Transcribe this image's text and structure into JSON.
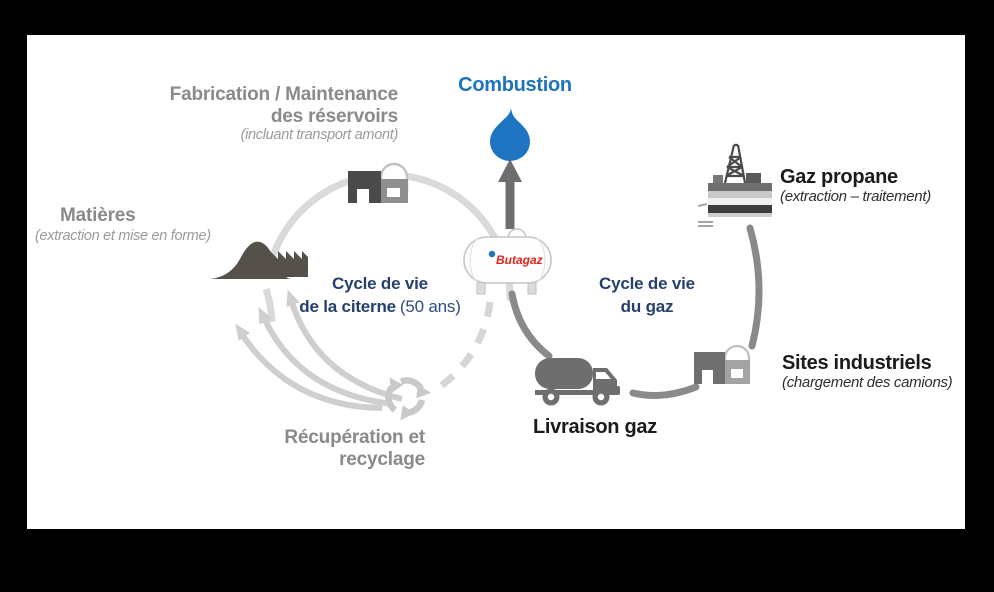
{
  "colors": {
    "background": "#000000",
    "panel": "#ffffff",
    "accent_blue": "#1e74c0",
    "navy": "#26406e",
    "gray_text": "#8a8a8a",
    "dark_text": "#1b1b1b",
    "brand_red": "#e0251b",
    "arc_light": "#d9d9d9",
    "arc_mid": "#8a8a8a",
    "icon_dark": "#4f4f4f"
  },
  "diagram": {
    "combustion": {
      "label": "Combustion"
    },
    "fabrication": {
      "line1": "Fabrication / Maintenance",
      "line2": "des réservoirs",
      "note": "(incluant transport amont)"
    },
    "matieres": {
      "label": "Matières",
      "note": "(extraction et mise en forme)"
    },
    "recuperation": {
      "line1": "Récupération et",
      "line2": "recyclage"
    },
    "cycle_citerne": {
      "line1": "Cycle de vie",
      "line2": "de la citerne",
      "note": "(50 ans)"
    },
    "cycle_gaz": {
      "line1": "Cycle de vie",
      "line2": "du gaz"
    },
    "gaz_propane": {
      "label": "Gaz propane",
      "note": "(extraction – traitement)"
    },
    "sites_industriels": {
      "label": "Sites industriels",
      "note": "(chargement des camions)"
    },
    "livraison": {
      "label": "Livraison gaz"
    },
    "tank": {
      "brand": "Butagaz"
    },
    "icons": [
      "flame-icon",
      "up-arrow-icon",
      "gas-tank-icon",
      "tanker-truck-icon",
      "factory-dome-icon",
      "materials-mound-icon",
      "oil-rig-icon",
      "recycle-icon",
      "return-arrows-icon"
    ]
  }
}
